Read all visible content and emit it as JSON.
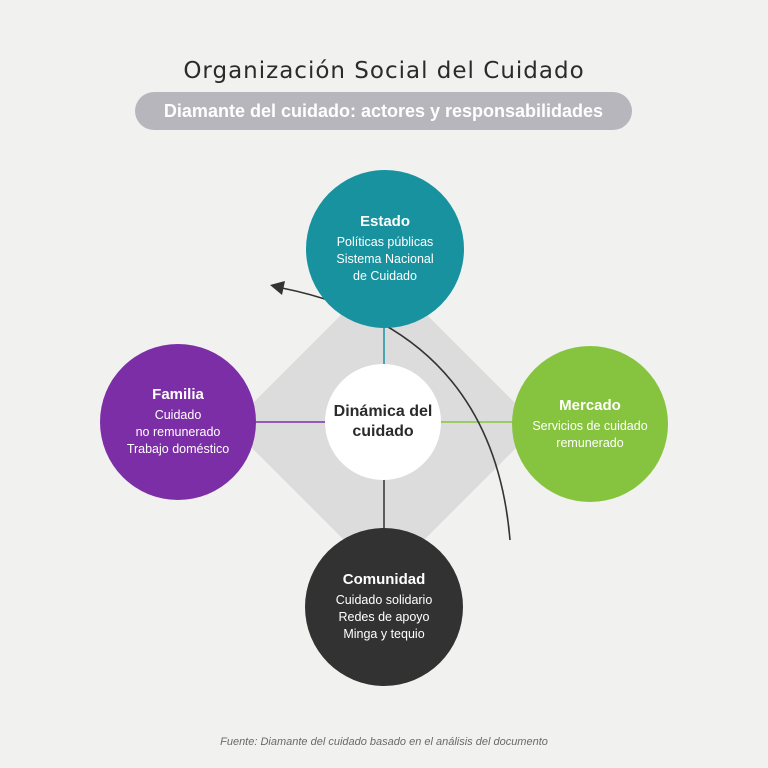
{
  "title": "Organización Social del Cuidado",
  "subtitle": "Diamante del cuidado: actores y responsabilidades",
  "center": {
    "label": "Dinámica del cuidado"
  },
  "nodes": {
    "estado": {
      "name": "Estado",
      "lines": [
        "Políticas públicas",
        "Sistema Nacional",
        "de Cuidado"
      ]
    },
    "familia": {
      "name": "Familia",
      "lines": [
        "Cuidado",
        "no remunerado",
        "Trabajo doméstico"
      ]
    },
    "mercado": {
      "name": "Mercado",
      "lines": [
        "Servicios de cuidado",
        "remunerado"
      ]
    },
    "comunidad": {
      "name": "Comunidad",
      "lines": [
        "Cuidado solidario",
        "Redes de apoyo",
        "Minga y tequio"
      ]
    }
  },
  "colors": {
    "estado": "#17929e",
    "familia": "#7c2ea6",
    "mercado": "#86c43f",
    "comunidad": "#323232",
    "diamond": "#dcdcdc",
    "subtitle_pill": "#b7b6bc"
  },
  "footer": "Fuente: Diamante del cuidado basado en el análisis del documento"
}
